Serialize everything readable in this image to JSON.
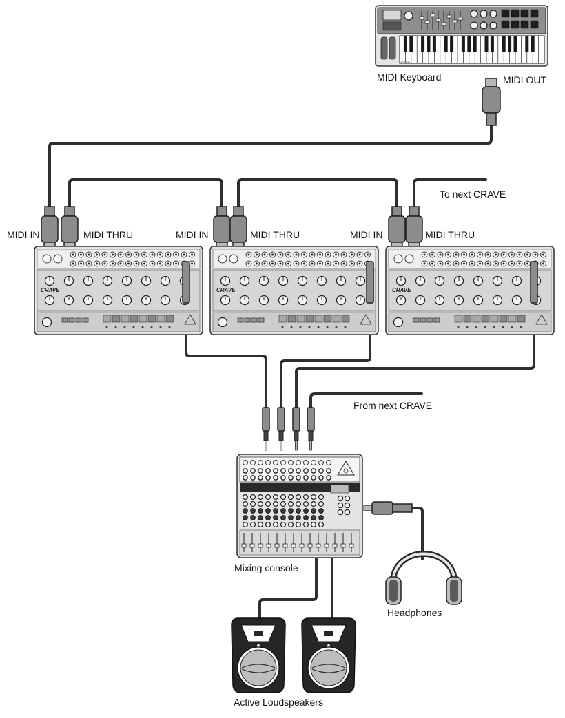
{
  "labels": {
    "midi_keyboard": "MIDI Keyboard",
    "midi_out": "MIDI OUT",
    "to_next_crave": "To next CRAVE",
    "midi_in_1": "MIDI IN",
    "midi_thru_1": "MIDI THRU",
    "midi_in_2": "MIDI IN",
    "midi_thru_2": "MIDI THRU",
    "midi_in_3": "MIDI IN",
    "midi_thru_3": "MIDI THRU",
    "from_next_crave": "From next CRAVE",
    "mixing_console": "Mixing console",
    "headphones": "Headphones",
    "active_loudspeakers": "Active Loudspeakers"
  },
  "keyboard_brand": "MOTÖR",
  "synth_logo": "CRAVE",
  "synth_count": 3
}
